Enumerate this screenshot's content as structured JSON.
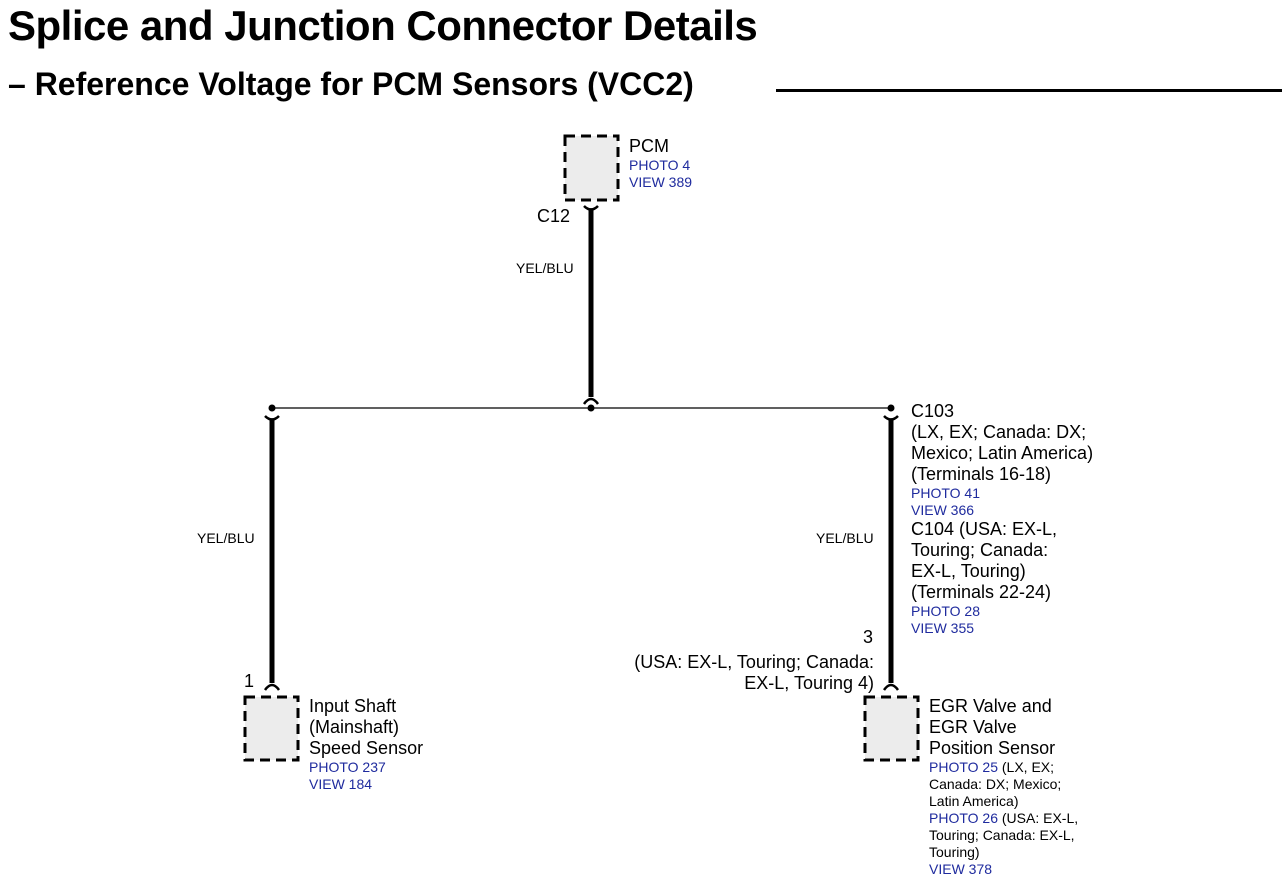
{
  "header": {
    "title": "Splice and Junction Connector Details",
    "subtitle": "– Reference Voltage for PCM Sensors (VCC2)"
  },
  "pcm": {
    "name": "PCM",
    "photo": "PHOTO 4",
    "view": "VIEW 389",
    "connector": "C12"
  },
  "wires": {
    "top": "YEL/BLU",
    "left": "YEL/BLU",
    "right": "YEL/BLU"
  },
  "c103": {
    "lines": [
      "C103",
      "(LX, EX; Canada: DX;",
      "Mexico; Latin America)",
      "(Terminals 16-18)"
    ],
    "photo": "PHOTO 41",
    "view": "VIEW 366"
  },
  "c104": {
    "lines": [
      "C104 (USA: EX-L,",
      "Touring; Canada:",
      "EX-L, Touring)",
      "(Terminals 22-24)"
    ],
    "photo": "PHOTO 28",
    "view": "VIEW 355"
  },
  "input_sensor": {
    "pin": "1",
    "lines": [
      "Input Shaft",
      "(Mainshaft)",
      "Speed Sensor"
    ],
    "photo": "PHOTO 237",
    "view": "VIEW 184"
  },
  "egr_sensor": {
    "pin": "3",
    "pin_note": [
      "(USA: EX-L, Touring; Canada:",
      "EX-L, Touring 4)"
    ],
    "lines": [
      "EGR Valve and",
      "EGR Valve",
      "Position Sensor"
    ],
    "photo1": "PHOTO 25",
    "photo1_note": [
      "(LX, EX;",
      "Canada: DX; Mexico;",
      "Latin America)"
    ],
    "photo2": "PHOTO 26",
    "photo2_note": [
      "(USA: EX-L,",
      "Touring; Canada: EX-L,",
      "Touring)"
    ],
    "view": "VIEW 378"
  }
}
